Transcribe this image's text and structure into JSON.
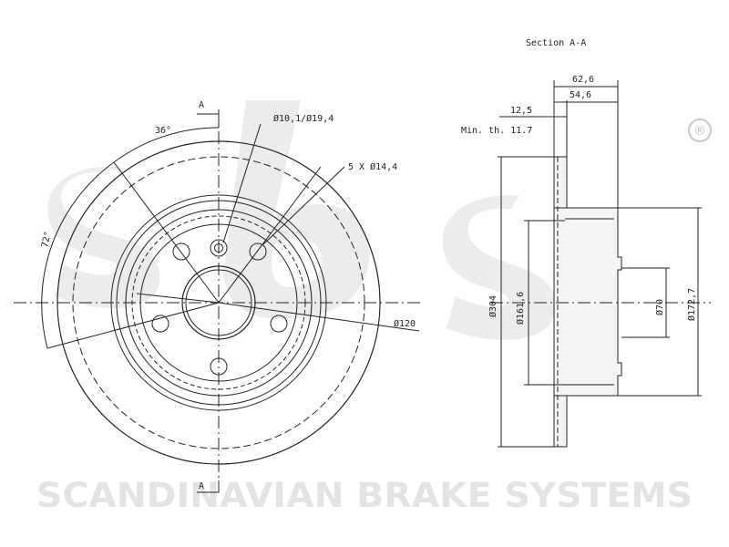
{
  "watermark": {
    "logo_text": "sbs",
    "company": "SCANDINAVIAN BRAKE SYSTEMS",
    "registered": "®"
  },
  "front_view": {
    "section_marker_top": "A",
    "section_marker_bottom": "A",
    "angle_top": "36°",
    "angle_left": "72°",
    "hole_label": "Ø10,1/Ø19,4",
    "bolt_label": "5 X Ø14,4",
    "bolt_circle_label": "Ø120"
  },
  "section_view": {
    "title": "Section A-A",
    "dim_total_width": "62,6",
    "dim_hub_width": "54,6",
    "dim_thickness": "12,5",
    "min_thickness": "Min. th. 11.7",
    "dim_outer_diameter": "Ø304",
    "dim_hat_diameter": "Ø161,6",
    "dim_center_bore": "Ø70",
    "dim_hub_outer": "Ø172,7"
  }
}
